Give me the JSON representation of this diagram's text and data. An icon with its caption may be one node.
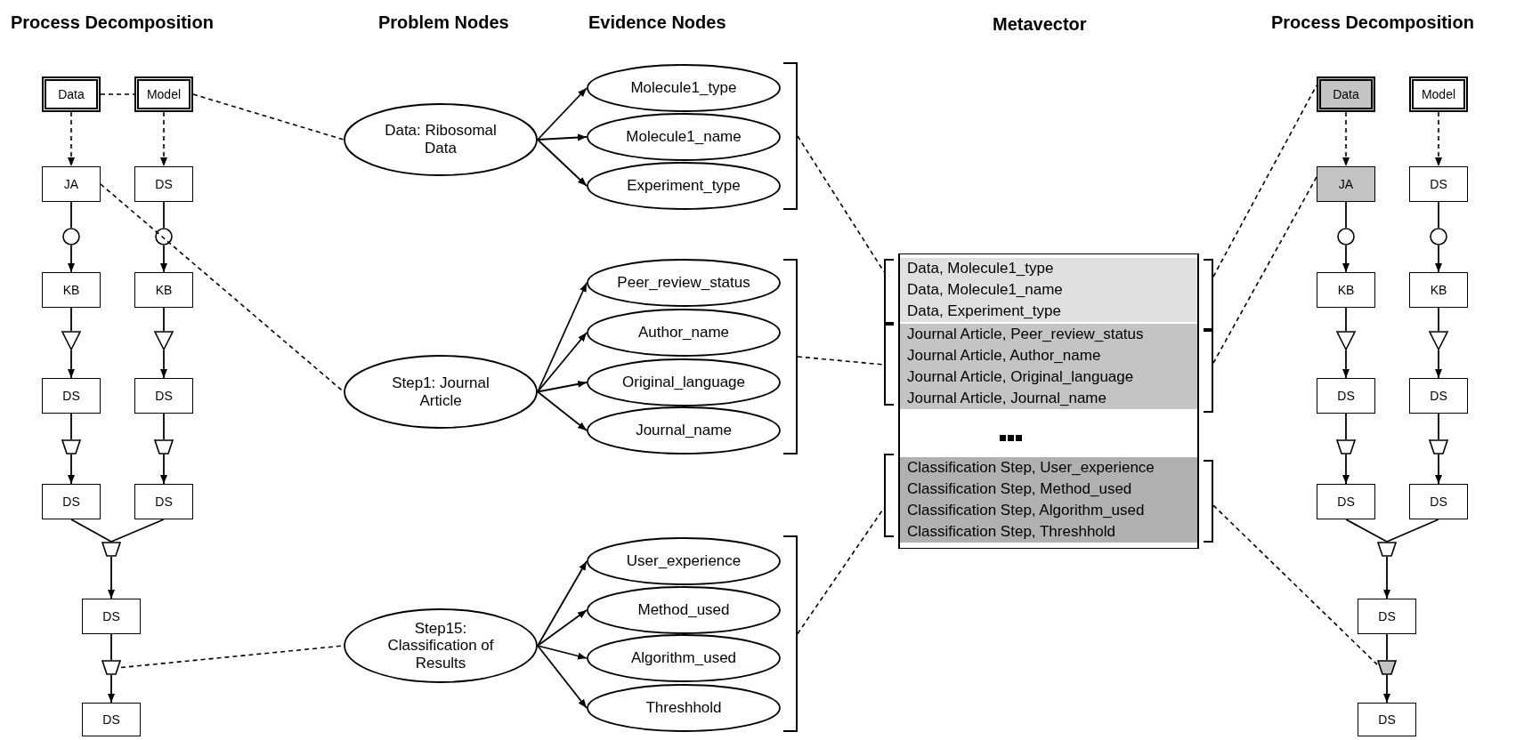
{
  "diagram": {
    "nodes": [
      {
        "text": [
          "Data"
        ]
      },
      {
        "text": [
          "Model"
        ]
      },
      {
        "text": [
          "JA"
        ]
      },
      {
        "text": [
          "DS"
        ]
      },
      {
        "text": [],
        "shape": "circle"
      },
      {
        "text": [],
        "shape": "circle"
      },
      {
        "text": [
          "KB"
        ]
      },
      {
        "text": [
          "KB"
        ]
      },
      {
        "text": [],
        "shape": "triangle"
      },
      {
        "text": [],
        "shape": "triangle"
      },
      {
        "text": [
          "DS"
        ]
      },
      {
        "text": [
          "DS"
        ]
      },
      {
        "text": [],
        "shape": "trapezoid"
      },
      {
        "text": [],
        "shape": "trapezoid"
      },
      {
        "text": [
          "DS"
        ]
      },
      {
        "text": [
          "DS"
        ]
      },
      {
        "text": [],
        "shape": "trapezoid"
      },
      {
        "text": [
          "DS"
        ]
      },
      {
        "text": [],
        "shape": "trapezoid"
      },
      {
        "text": [
          "DS"
        ]
      },
      {
        "text": [
          "Data: Ribosomal Data"
        ]
      },
      {
        "text": [
          "Molecule1_type"
        ]
      },
      {
        "text": [
          "Molecule1_name"
        ]
      },
      {
        "text": [
          "Experiment_type"
        ]
      },
      {
        "text": [],
        "shape": "bracket"
      },
      {
        "text": [
          "Step1: Journal Article"
        ]
      },
      {
        "text": [
          "Peer_review_status"
        ]
      },
      {
        "text": [
          "Author_name"
        ]
      },
      {
        "text": [
          "Original_language"
        ]
      },
      {
        "text": [
          "Journal_name"
        ]
      },
      {
        "text": [],
        "shape": "bracket"
      },
      {
        "text": [
          "Step15: Classification of Results"
        ]
      },
      {
        "text": [
          "User_experience"
        ]
      },
      {
        "text": [
          "Method_used"
        ]
      },
      {
        "text": [
          "Algorithm_used"
        ]
      },
      {
        "text": [
          "Threshhold"
        ]
      },
      {
        "text": [],
        "shape": "bracket"
      },
      {
        "text": [
          "Data, Molecule1_type",
          "Data, Molecule1_name",
          "Data, Experiment_type",
          "Journal Article, Peer_review_status",
          "Journal Article, Author_name",
          "Journal Article, Original_language",
          "Journal Article, Journal_name",
          "Classification Step, User_experience",
          "Classification Step, Method_used",
          "Classification Step, Algorithm_used",
          "Classification Step, Threshhold"
        ]
      },
      {
        "text": [],
        "shape": "bracket"
      },
      {
        "text": [],
        "shape": "bracket"
      },
      {
        "text": [],
        "shape": "bracket"
      },
      {
        "text": [],
        "shape": "bracket"
      },
      {
        "text": [],
        "shape": "bracket"
      },
      {
        "text": [],
        "shape": "bracket"
      },
      {
        "text": [
          "Data"
        ]
      },
      {
        "text": [
          "Model"
        ]
      },
      {
        "text": [
          "JA"
        ]
      },
      {
        "text": [
          "DS"
        ]
      },
      {
        "text": [],
        "shape": "circle"
      },
      {
        "text": [],
        "shape": "circle"
      },
      {
        "text": [
          "KB"
        ]
      },
      {
        "text": [
          "KB"
        ]
      },
      {
        "text": [],
        "shape": "triangle"
      },
      {
        "text": [],
        "shape": "triangle"
      },
      {
        "text": [
          "DS"
        ]
      },
      {
        "text": [
          "DS"
        ]
      },
      {
        "text": [],
        "shape": "trapezoid"
      },
      {
        "text": [],
        "shape": "trapezoid"
      },
      {
        "text": [
          "DS"
        ]
      },
      {
        "text": [
          "DS"
        ]
      },
      {
        "text": [],
        "shape": "trapezoid"
      },
      {
        "text": [
          "DS"
        ]
      },
      {
        "text": [],
        "shape": "trapezoid"
      },
      {
        "text": [
          "DS"
        ]
      }
    ],
    "edges": [
      {
        "from": 0,
        "to": 2,
        "arrow": "to",
        "style": "dashed"
      },
      {
        "from": 1,
        "to": 3,
        "arrow": "to",
        "style": "dashed"
      },
      {
        "from": 2,
        "to": 4,
        "arrow": "none"
      },
      {
        "from": 3,
        "to": 5,
        "arrow": "none"
      },
      {
        "from": 4,
        "to": 6,
        "arrow": "to"
      },
      {
        "from": 5,
        "to": 7,
        "arrow": "to"
      },
      {
        "from": 6,
        "to": 8,
        "arrow": "none"
      },
      {
        "from": 7,
        "to": 9,
        "arrow": "none"
      },
      {
        "from": 8,
        "to": 10,
        "arrow": "to"
      },
      {
        "from": 9,
        "to": 11,
        "arrow": "to"
      },
      {
        "from": 10,
        "to": 12,
        "arrow": "none"
      },
      {
        "from": 11,
        "to": 13,
        "arrow": "none"
      },
      {
        "from": 12,
        "to": 14,
        "arrow": "to"
      },
      {
        "from": 13,
        "to": 15,
        "arrow": "to"
      },
      {
        "from": 14,
        "to": 16,
        "arrow": "none"
      },
      {
        "from": 15,
        "to": 16,
        "arrow": "none"
      },
      {
        "from": 16,
        "to": 17,
        "arrow": "to"
      },
      {
        "from": 17,
        "to": 18,
        "arrow": "none"
      },
      {
        "from": 18,
        "to": 19,
        "arrow": "to"
      },
      {
        "from": 0,
        "to": 1,
        "arrow": "none",
        "style": "dashed"
      },
      {
        "from": 1,
        "to": 20,
        "arrow": "none",
        "style": "dashed"
      },
      {
        "from": 2,
        "to": 25,
        "arrow": "none",
        "style": "dashed"
      },
      {
        "from": 18,
        "to": 31,
        "arrow": "none",
        "style": "dashed"
      },
      {
        "from": 20,
        "to": 21,
        "arrow": "to"
      },
      {
        "from": 20,
        "to": 22,
        "arrow": "to"
      },
      {
        "from": 20,
        "to": 23,
        "arrow": "to"
      },
      {
        "from": 25,
        "to": 26,
        "arrow": "to"
      },
      {
        "from": 25,
        "to": 27,
        "arrow": "to"
      },
      {
        "from": 25,
        "to": 28,
        "arrow": "to"
      },
      {
        "from": 25,
        "to": 29,
        "arrow": "to"
      },
      {
        "from": 31,
        "to": 32,
        "arrow": "to"
      },
      {
        "from": 31,
        "to": 33,
        "arrow": "to"
      },
      {
        "from": 31,
        "to": 34,
        "arrow": "to"
      },
      {
        "from": 31,
        "to": 35,
        "arrow": "to"
      },
      {
        "from": 24,
        "to": 38,
        "arrow": "none",
        "style": "dashed"
      },
      {
        "from": 30,
        "to": 39,
        "arrow": "none",
        "style": "dashed"
      },
      {
        "from": 36,
        "to": 40,
        "arrow": "none",
        "style": "dashed"
      },
      {
        "from": 41,
        "to": 44,
        "arrow": "none",
        "style": "dashed"
      },
      {
        "from": 42,
        "to": 46,
        "arrow": "none",
        "style": "dashed"
      },
      {
        "from": 43,
        "to": 62,
        "arrow": "none",
        "style": "dashed"
      },
      {
        "from": 44,
        "to": 46,
        "arrow": "to",
        "style": "dashed"
      },
      {
        "from": 45,
        "to": 47,
        "arrow": "to",
        "style": "dashed"
      },
      {
        "from": 46,
        "to": 48,
        "arrow": "none"
      },
      {
        "from": 47,
        "to": 49,
        "arrow": "none"
      },
      {
        "from": 48,
        "to": 50,
        "arrow": "to"
      },
      {
        "from": 49,
        "to": 51,
        "arrow": "to"
      },
      {
        "from": 50,
        "to": 52,
        "arrow": "none"
      },
      {
        "from": 51,
        "to": 53,
        "arrow": "none"
      },
      {
        "from": 52,
        "to": 54,
        "arrow": "to"
      },
      {
        "from": 53,
        "to": 55,
        "arrow": "to"
      },
      {
        "from": 54,
        "to": 56,
        "arrow": "none"
      },
      {
        "from": 55,
        "to": 57,
        "arrow": "none"
      },
      {
        "from": 56,
        "to": 58,
        "arrow": "to"
      },
      {
        "from": 57,
        "to": 59,
        "arrow": "to"
      },
      {
        "from": 58,
        "to": 60,
        "arrow": "none"
      },
      {
        "from": 59,
        "to": 60,
        "arrow": "none"
      },
      {
        "from": 60,
        "to": 61,
        "arrow": "to"
      },
      {
        "from": 61,
        "to": 62,
        "arrow": "none"
      },
      {
        "from": 62,
        "to": 63,
        "arrow": "to"
      }
    ],
    "labels": [
      "Process Decomposition",
      "Problem Nodes",
      "Evidence Nodes",
      "Metavector",
      "Process Decomposition"
    ]
  }
}
